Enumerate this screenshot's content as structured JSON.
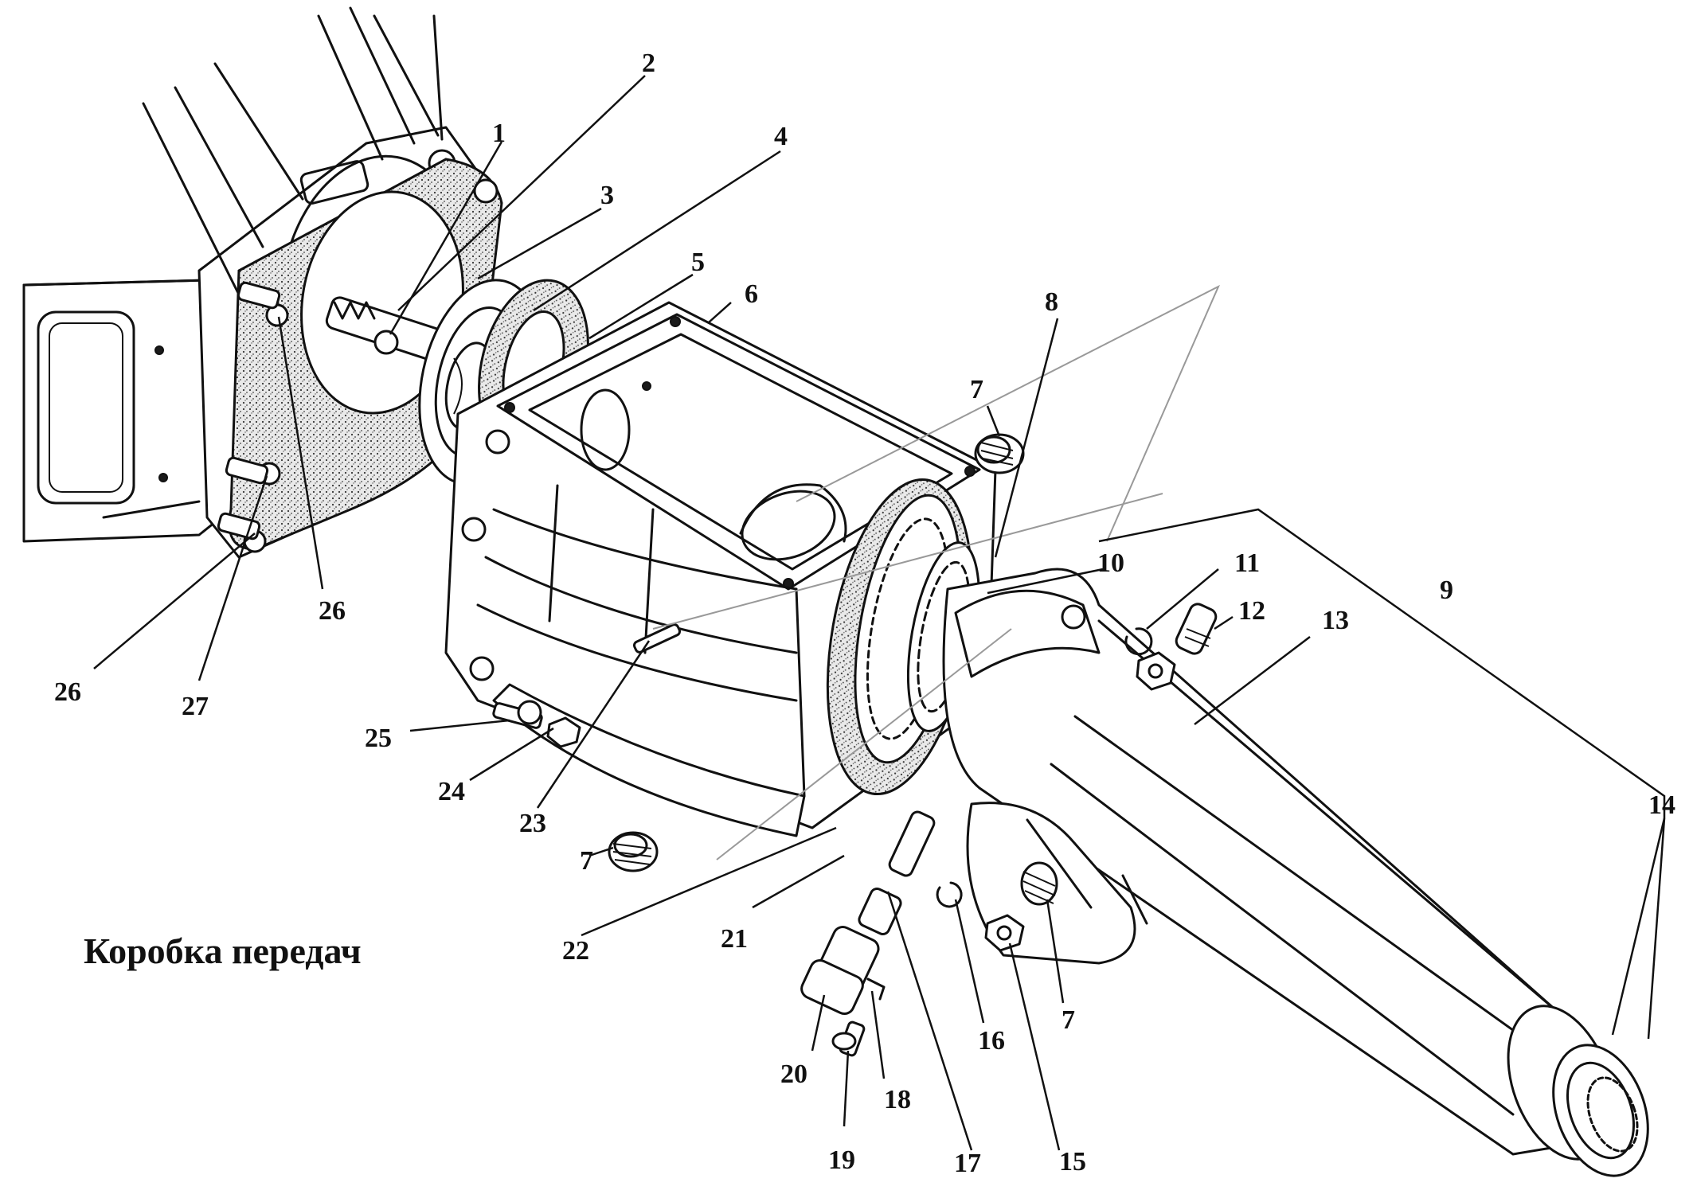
{
  "caption": "Коробка передач",
  "callouts": [
    {
      "id": "1",
      "text": "1"
    },
    {
      "id": "2",
      "text": "2"
    },
    {
      "id": "3",
      "text": "3"
    },
    {
      "id": "4",
      "text": "4"
    },
    {
      "id": "5",
      "text": "5"
    },
    {
      "id": "6",
      "text": "6"
    },
    {
      "id": "7a",
      "text": "7"
    },
    {
      "id": "8",
      "text": "8"
    },
    {
      "id": "9",
      "text": "9"
    },
    {
      "id": "10",
      "text": "10"
    },
    {
      "id": "11",
      "text": "11"
    },
    {
      "id": "12",
      "text": "12"
    },
    {
      "id": "13",
      "text": "13"
    },
    {
      "id": "14",
      "text": "14"
    },
    {
      "id": "15",
      "text": "15"
    },
    {
      "id": "16",
      "text": "16"
    },
    {
      "id": "7b",
      "text": "7"
    },
    {
      "id": "17",
      "text": "17"
    },
    {
      "id": "18",
      "text": "18"
    },
    {
      "id": "19",
      "text": "19"
    },
    {
      "id": "20",
      "text": "20"
    },
    {
      "id": "21",
      "text": "21"
    },
    {
      "id": "22",
      "text": "22"
    },
    {
      "id": "7c",
      "text": "7"
    },
    {
      "id": "23",
      "text": "23"
    },
    {
      "id": "24",
      "text": "24"
    },
    {
      "id": "25",
      "text": "25"
    },
    {
      "id": "26a",
      "text": "26"
    },
    {
      "id": "26b",
      "text": "26"
    },
    {
      "id": "27",
      "text": "27"
    }
  ]
}
